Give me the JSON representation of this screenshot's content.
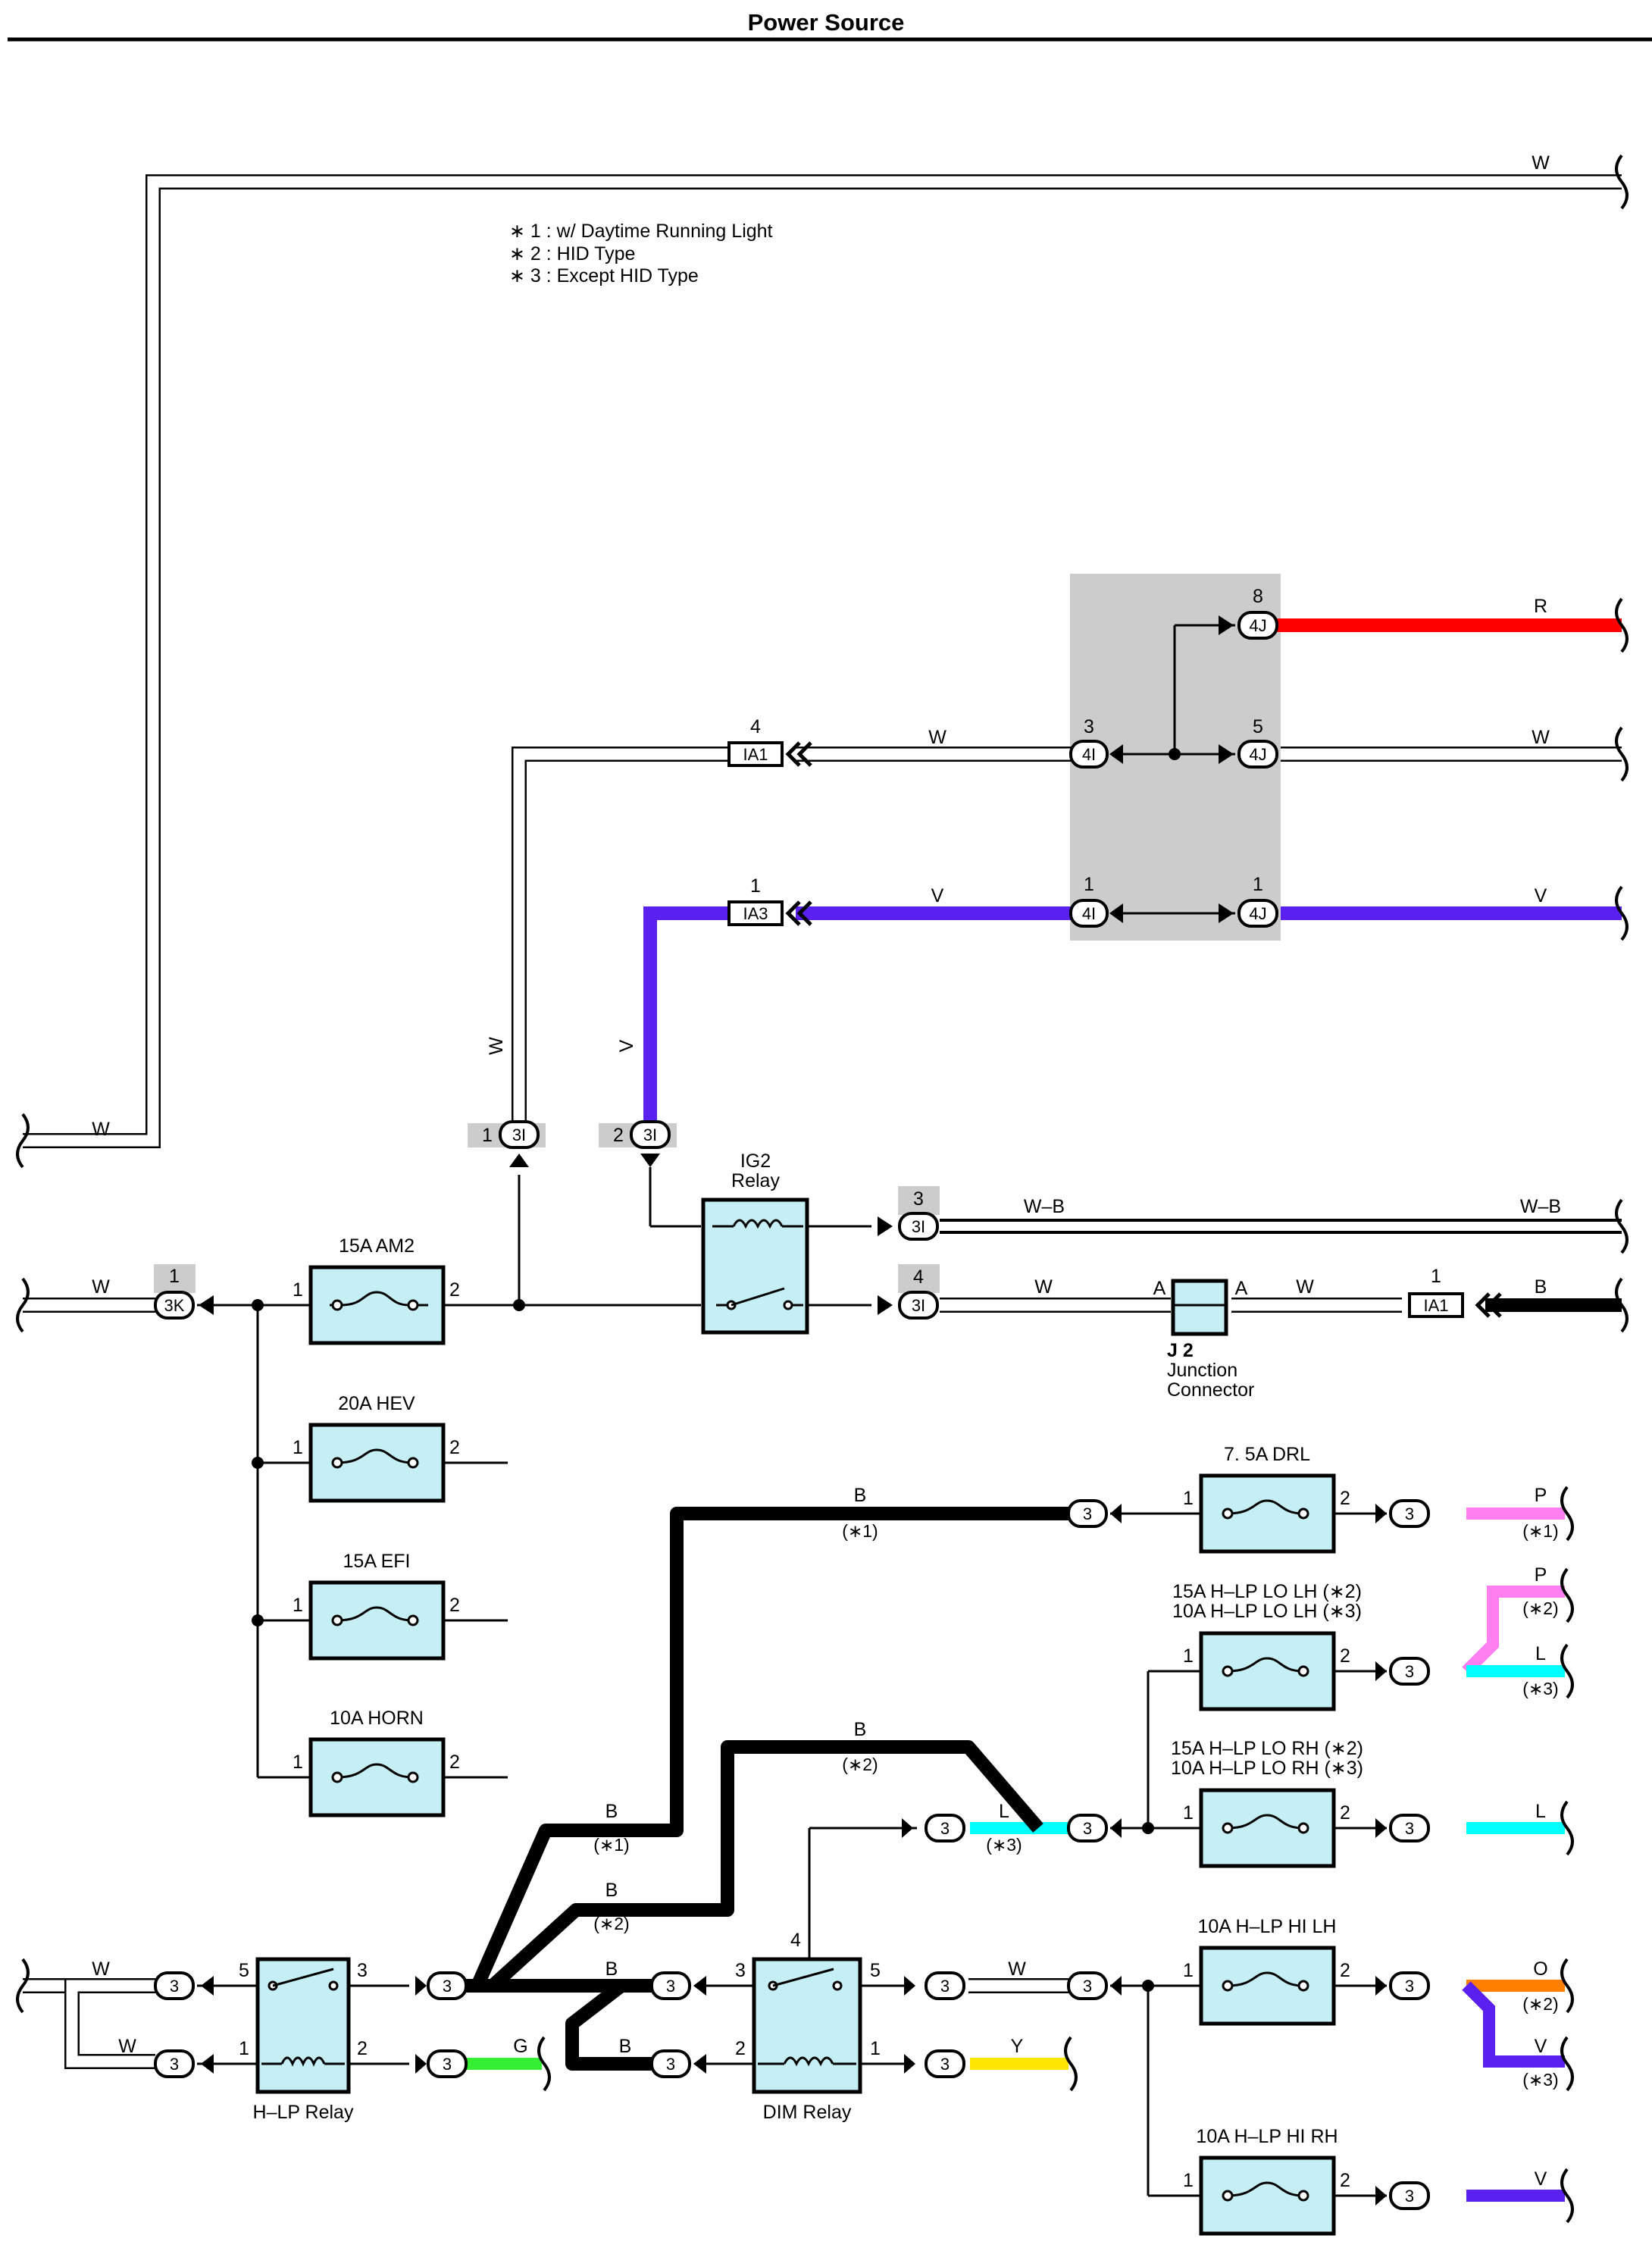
{
  "page": {
    "title": "Power Source"
  },
  "notes": [
    "∗ 1 : w/ Daytime Running Light",
    "∗ 2 : HID Type",
    "∗ 3 : Except HID Type"
  ],
  "colors": {
    "R": "#ff0000",
    "V": "#5a20f0",
    "P": "#ff7ff0",
    "L": "#00ffff",
    "G": "#33ee33",
    "Y": "#ffe600",
    "O": "#ff7f00",
    "B": "#000000",
    "fuse_fill": "#c5eef5",
    "junction_block": "#cccccc"
  },
  "wire_labels": {
    "w_top": "W",
    "w_left": "W",
    "r": "R",
    "w_4j": "W",
    "v_4j": "V",
    "w_ia1_4i": "W",
    "v_ia3_4i": "V",
    "w_vert": "W",
    "v_vert": "V",
    "wb_left": "W–B",
    "wb_right": "W–B",
    "w_main": "W",
    "w_3i_j2": "W",
    "w_j2_ia1": "W",
    "b_ia1": "B",
    "b_drl": "B",
    "p_drl": "P",
    "p_lolh": "P",
    "l_lolh": "L",
    "b_lolh": "B",
    "l_dim": "L",
    "l_lorh": "L",
    "b_relay1": "B",
    "b_relay2": "B",
    "b_relay3": "B",
    "b_relay4": "B",
    "w_relay_left1": "W",
    "w_relay_left2": "W",
    "g": "G",
    "w_dim": "W",
    "y": "Y",
    "o": "O",
    "v_hilh": "V",
    "v_hirh": "V"
  },
  "qualifiers": {
    "b_drl": "(∗1)",
    "p_drl": "(∗1)",
    "p_lolh": "(∗2)",
    "l_lolh": "(∗3)",
    "b_lolh": "(∗2)",
    "l_dim": "(∗3)",
    "b_relay1": "(∗1)",
    "b_relay2": "(∗2)",
    "o": "(∗2)",
    "v_hilh": "(∗3)"
  },
  "fuses": {
    "am2": "15A AM2",
    "hev": "20A HEV",
    "efi": "15A EFI",
    "horn": "10A HORN",
    "drl": "7. 5A DRL",
    "lolh_1": "15A H–LP LO LH (∗2)",
    "lolh_2": "10A H–LP LO LH (∗3)",
    "lorh_1": "15A H–LP LO RH (∗2)",
    "lorh_2": "10A H–LP LO RH (∗3)",
    "hilh": "10A H–LP HI LH",
    "hirh": "10A H–LP HI RH"
  },
  "relays": {
    "ig2_line1": "IG2",
    "ig2_line2": "Relay",
    "hlp": "H–LP Relay",
    "dim": "DIM Relay"
  },
  "junction": {
    "name": "J 2",
    "line1": "Junction",
    "line2": "Connector",
    "pin_a1": "A",
    "pin_a2": "A"
  },
  "connectors": {
    "c4j": "4J",
    "c4i": "4I",
    "ia1": "IA1",
    "ia3": "IA3",
    "c3i": "3I",
    "c3k": "3K",
    "c3": "3"
  },
  "pins": {
    "p8": "8",
    "p3": "3",
    "p5": "5",
    "p4": "4",
    "p1": "1",
    "p2": "2"
  }
}
